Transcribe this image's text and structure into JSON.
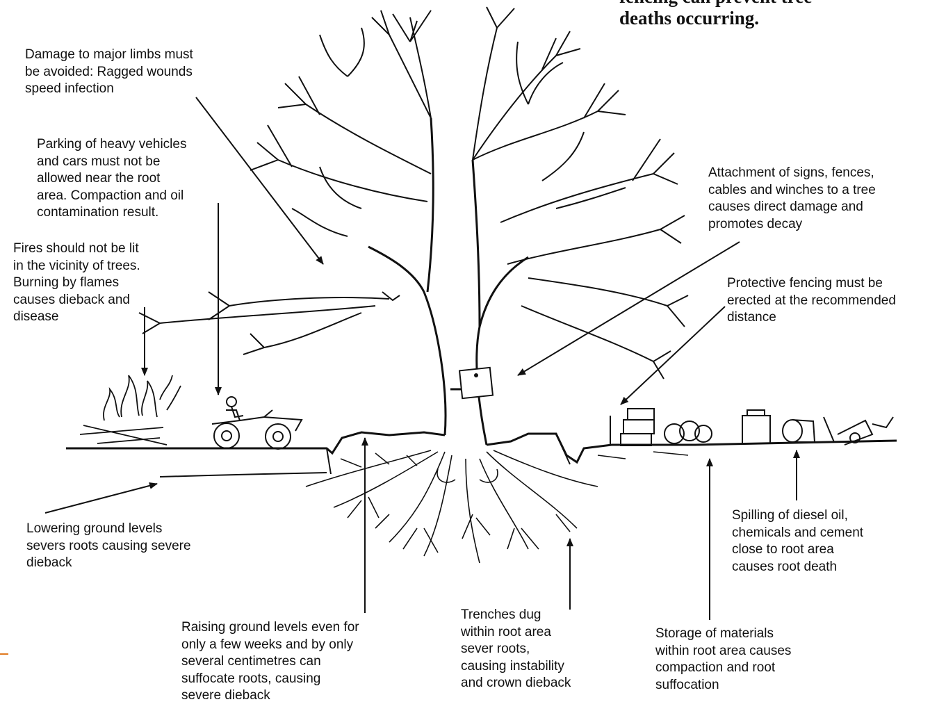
{
  "heading": {
    "line_partial": "fencing can prevent tree",
    "line_full": "deaths occurring."
  },
  "labels": {
    "limbs": "Damage to major limbs must\nbe avoided: Ragged wounds\nspeed infection",
    "parking": "Parking of heavy vehicles\nand cars must not be\nallowed near the root\narea. Compaction and oil\ncontamination result.",
    "fires": "Fires should not be lit\nin the vicinity of trees.\nBurning by flames\ncauses dieback and\ndisease",
    "signs": "Attachment of signs, fences,\ncables and winches to a tree\ncauses direct damage and\npromotes decay",
    "fencing": "Protective fencing must be\nerected at the recommended\ndistance",
    "lowering": "Lowering ground levels\nsevers roots causing severe\ndieback",
    "raising": "Raising ground levels even for\nonly a few weeks and by only\nseveral centimetres can\nsuffocate roots, causing\nsevere dieback",
    "trenches": "Trenches dug\nwithin root area\nsever roots,\ncausing instability\nand crown dieback",
    "storage": "Storage of materials\nwithin root area causes\ncompaction and root\nsuffocation",
    "spilling": "Spilling of diesel oil,\nchemicals and cement\nclose to root area\ncauses root death"
  },
  "colors": {
    "ink": "#111111",
    "background": "#ffffff",
    "edge_mark": "#e07a1f"
  }
}
